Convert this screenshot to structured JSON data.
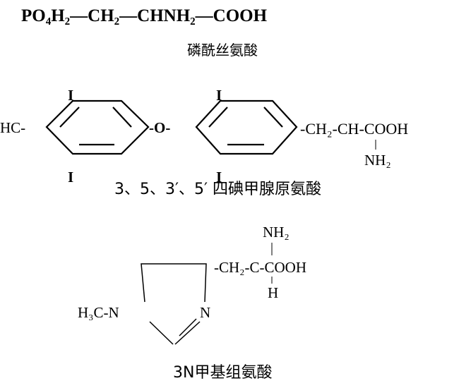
{
  "compound1": {
    "formula": "PO₄H₂—CH₂—CHNH₂—COOH",
    "name": "磷酰丝氨酸"
  },
  "compound2": {
    "left_group": "HC-",
    "iodine": "I",
    "oxygen": "-O-",
    "side_chain": "-CH₂-CH-COOH",
    "amine": "NH₂",
    "name": "3、5、3′、5′ 四碘甲腺原氨酸"
  },
  "compound3": {
    "amine": "NH₂",
    "side_chain": "-CH₂-C-COOH",
    "hydrogen": "H",
    "methyl_n": "H₃C-N",
    "ring_n": "N",
    "name": "3N甲基组氨酸"
  }
}
